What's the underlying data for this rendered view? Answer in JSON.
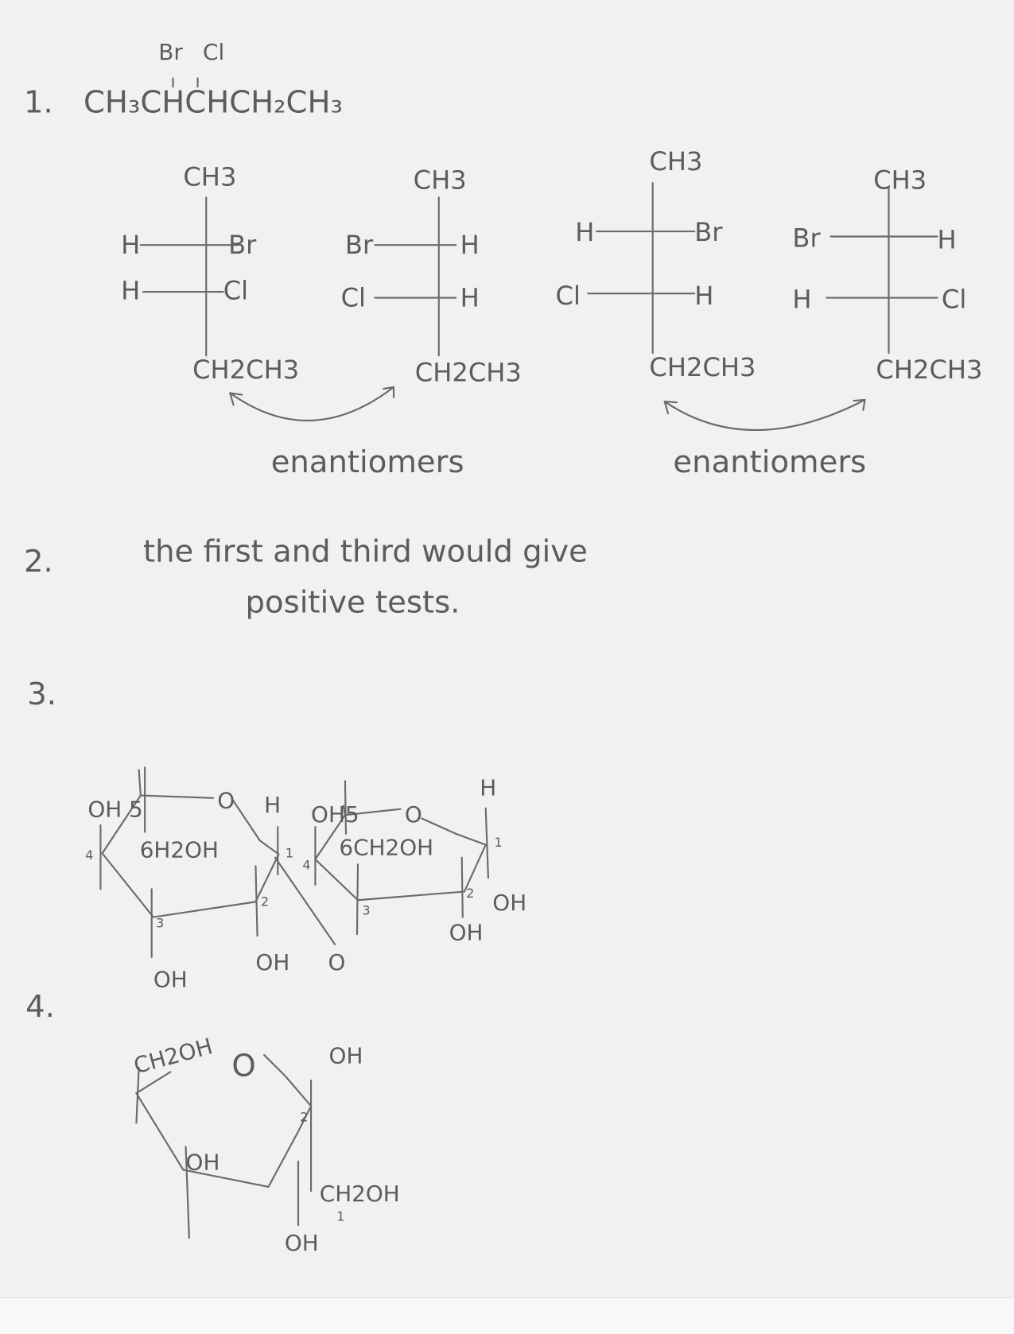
{
  "problem1": {
    "number": "1.",
    "formula": {
      "main": "CH₃CHCHCH₂CH₃",
      "sub1": "Br",
      "sub2": "Cl"
    },
    "fischer": [
      {
        "top": "CH3",
        "r1_left": "H",
        "r1_right": "Br",
        "r2_left": "H",
        "r2_right": "Cl",
        "bottom": "CH2CH3"
      },
      {
        "top": "CH3",
        "r1_left": "Br",
        "r1_right": "H",
        "r2_left": "Cl",
        "r2_right": "H",
        "bottom": "CH2CH3"
      },
      {
        "top": "CH3",
        "r1_left": "H",
        "r1_right": "Br",
        "r2_left": "Cl",
        "r2_right": "H",
        "bottom": "CH2CH3"
      },
      {
        "top": "CH3",
        "r1_left": "Br",
        "r1_right": "H",
        "r2_left": "H",
        "r2_right": "Cl",
        "bottom": "CH2CH3"
      }
    ],
    "relation_left": "enantiomers",
    "relation_right": "enantiomers"
  },
  "problem2": {
    "number": "2.",
    "line1": "the first and third would give",
    "line2": "positive tests."
  },
  "problem3": {
    "number": "3.",
    "ring1": {
      "oh5": "OH 5",
      "c4": "4",
      "ch2oh": "6H2OH",
      "c3": "3",
      "oh3": "OH",
      "h1": "H",
      "c1": "1",
      "c2": "2",
      "oh2": "OH",
      "ring_o": "O"
    },
    "bridge_o": "O",
    "ring2": {
      "oh5": "OH5",
      "c4": "4",
      "ch2oh": "6CH2OH",
      "c3": "3",
      "h1": "H",
      "c1": "1",
      "c2": "2",
      "oh2": "OH",
      "oh1": "OH",
      "ring_o": "O"
    }
  },
  "problem4": {
    "number": "4.",
    "ch2oh_left": "CH2OH",
    "ring_o": "O",
    "oh_top": "OH",
    "c2": "2",
    "oh_left": "OH",
    "oh_bottom": "OH",
    "ch2oh_right": "CH2OH",
    "c1": "1"
  }
}
